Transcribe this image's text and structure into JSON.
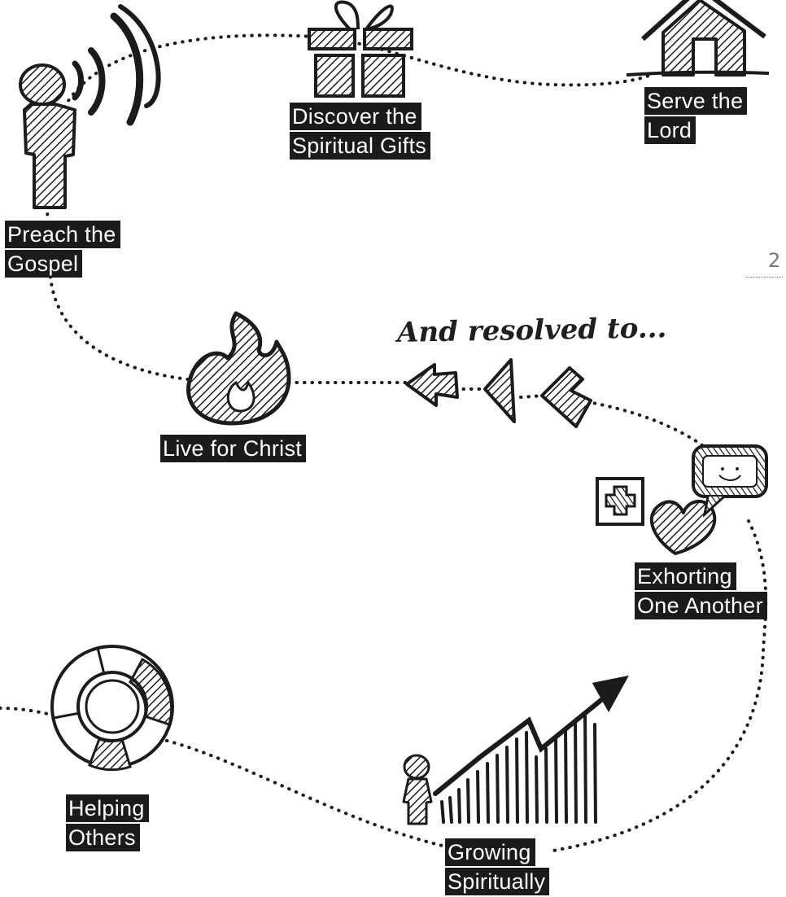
{
  "page_number": "2",
  "banner": "And resolved to...",
  "steps": {
    "preach": [
      "Preach the",
      "Gospel"
    ],
    "discover": [
      "Discover the",
      "Spiritual Gifts"
    ],
    "serve": [
      "Serve the",
      "Lord"
    ],
    "live": [
      "Live for Christ"
    ],
    "exhort": [
      "Exhorting",
      "One Another"
    ],
    "helping": [
      "Helping",
      "Others"
    ],
    "growing": [
      "Growing",
      "Spiritually"
    ]
  },
  "colors": {
    "ink": "#1b1b1b",
    "label_bg": "#1b1b1b",
    "label_text": "#ffffff"
  },
  "icons": [
    "person-speaking-icon",
    "gift-icon",
    "house-icon",
    "flame-icon",
    "arrow-left-icon",
    "triangle-left-icon",
    "chevron-left-icon",
    "medical-cross-icon",
    "heart-icon",
    "speech-bubble-icon",
    "lifebuoy-icon",
    "small-person-icon",
    "growth-chart-icon"
  ]
}
